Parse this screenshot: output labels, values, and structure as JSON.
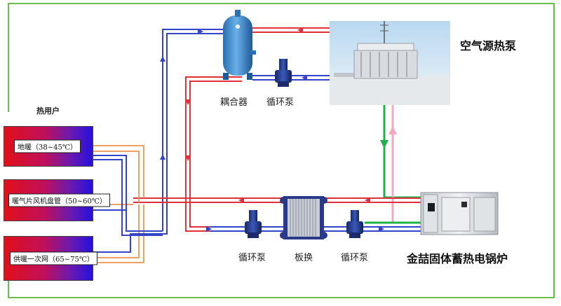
{
  "labels": {
    "heat_users": "热用户",
    "coupler": "耦合器",
    "pump_top": "循环泵",
    "air_source": "空气源热泵",
    "pump_left": "循环泵",
    "plate_exchanger": "板换",
    "pump_right": "循环泵",
    "boiler": "金喆固体蓄热电锅炉"
  },
  "heat_users": [
    {
      "label": "地暖（38~45℃）"
    },
    {
      "label": "暖气片风机盘管（50~60℃）"
    },
    {
      "label": "供暖一次网（65~75℃）"
    }
  ],
  "colors": {
    "frame": "#6abf4b",
    "hot_pipe": "#e0303a",
    "cold_pipe": "#3444c8",
    "user_supply": "#f0a060",
    "green_pipe": "#21b14a",
    "pink_pipe": "#f4a8c0"
  }
}
